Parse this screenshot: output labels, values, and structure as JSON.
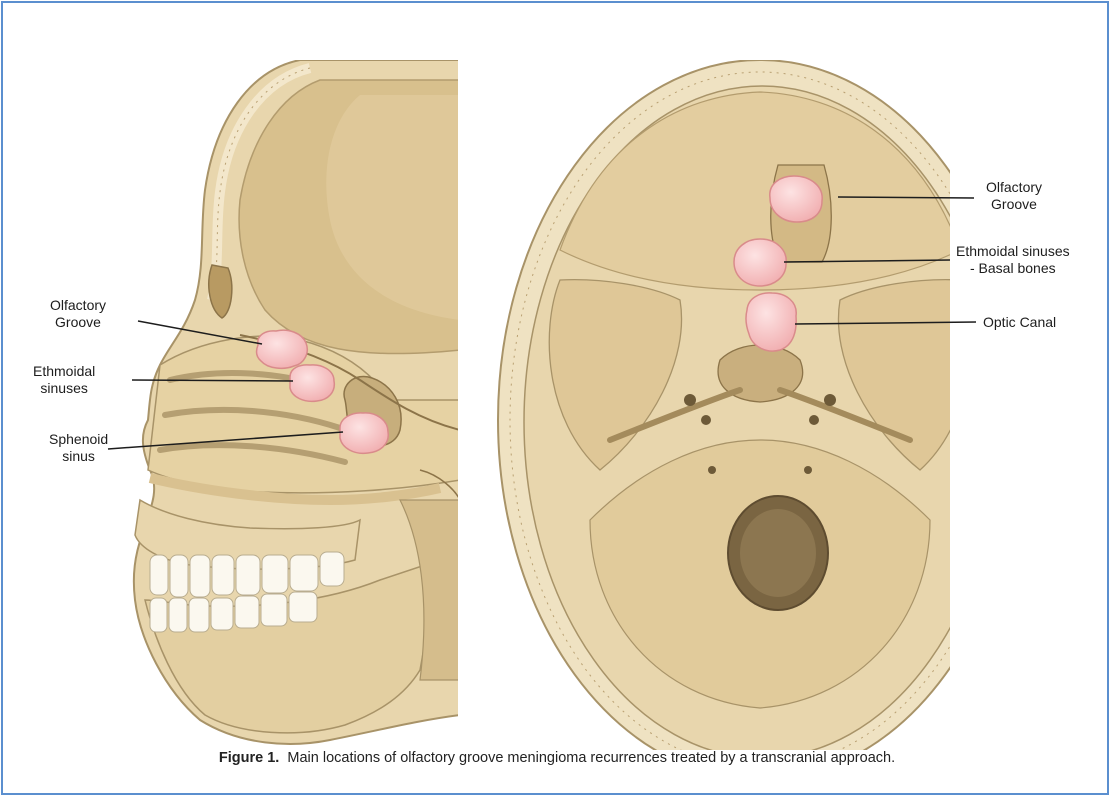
{
  "left_panel": {
    "labels": [
      {
        "line1": "Olfactory",
        "line2": "Groove"
      },
      {
        "line1": "Ethmoidal",
        "line2": "sinuses"
      },
      {
        "line1": "Sphenoid",
        "line2": "sinus"
      }
    ]
  },
  "right_panel": {
    "labels": [
      {
        "line1": "Olfactory",
        "line2": "Groove"
      },
      {
        "line1": "Ethmoidal sinuses",
        "line2": "- Basal bones"
      },
      {
        "line1": "Optic Canal",
        "line2": ""
      }
    ]
  },
  "caption": {
    "label": "Figure 1.",
    "text": "Main locations of olfactory groove meningioma recurrences treated by a transcranial approach."
  },
  "colors": {
    "bone": "#e8d6ad",
    "bone_dark": "#cbb283",
    "outline": "#a89368",
    "tumor": "#f6c3c3",
    "tumor_edge": "#d98b8b",
    "frame": "#5b8fcf"
  }
}
